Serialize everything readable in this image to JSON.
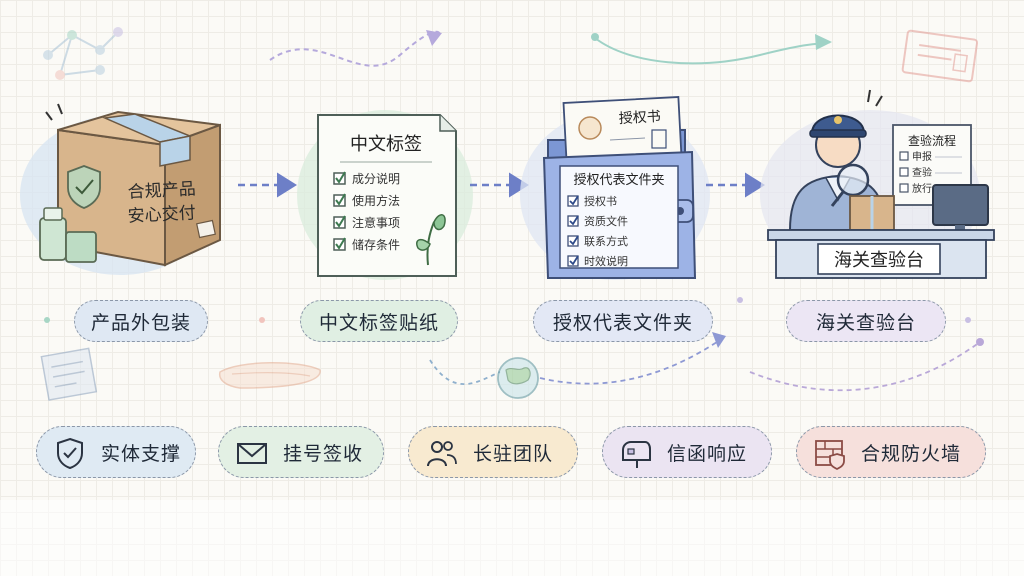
{
  "stages": [
    {
      "title": "产品外包装",
      "box_text_line1": "合规产品",
      "box_text_line2": "安心交付"
    },
    {
      "title": "中文标签贴纸",
      "label_heading": "中文标签",
      "items": [
        "成分说明",
        "使用方法",
        "注意事项",
        "储存条件"
      ]
    },
    {
      "title": "授权代表文件夹",
      "paper_heading": "授权书",
      "folder_heading": "授权代表文件夹",
      "items": [
        "授权书",
        "资质文件",
        "联系方式",
        "时效说明"
      ]
    },
    {
      "title": "海关查验台",
      "desk_sign": "海关查验台",
      "board_heading": "查验流程",
      "board_items": [
        "申报",
        "查验",
        "放行"
      ]
    }
  ],
  "features": [
    {
      "label": "实体支撑",
      "icon": "shield-check-icon",
      "color": "#dfeaf3"
    },
    {
      "label": "挂号签收",
      "icon": "envelope-icon",
      "color": "#e3f0e4"
    },
    {
      "label": "长驻团队",
      "icon": "team-icon",
      "color": "#f8ead0"
    },
    {
      "label": "信函响应",
      "icon": "mailbox-icon",
      "color": "#ebe4f2"
    },
    {
      "label": "合规防火墙",
      "icon": "firewall-icon",
      "color": "#f6e0dc"
    }
  ],
  "colors": {
    "arrow": "#6d7fc7",
    "stage1_pill": "#dfe8f3",
    "stage2_pill": "#e0efe3",
    "stage3_pill": "#e3e8f5",
    "stage4_pill": "#ece6f4",
    "folder": "#8fa7e0"
  }
}
